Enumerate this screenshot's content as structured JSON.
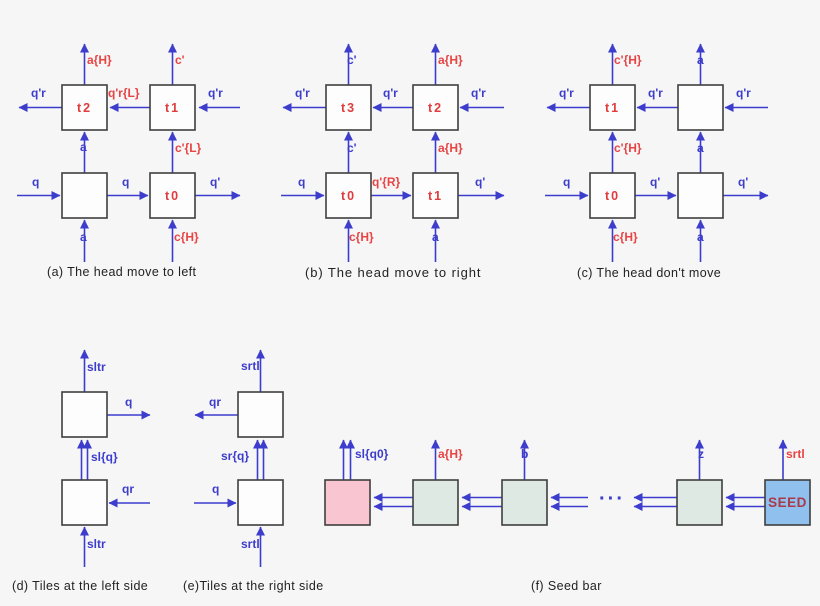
{
  "colors": {
    "arrow_blue": "#3c3ccd",
    "label_red": "#e84444",
    "tile_name_red": "#e03c3c",
    "seed_text_red": "#a83a4a",
    "tile_border": "#3f3f3f",
    "tile_white": "#fdfdfd",
    "tile_pink": "#f8c5d0",
    "tile_green_gray": "#dfe9e4",
    "tile_seed_blue": "#90c0ee",
    "background": "#f6f6f6",
    "caption_black": "#222222"
  },
  "fig_a": {
    "caption": "(a) The head move to left",
    "tiles": {
      "top_left": "t2",
      "top_right": "t1",
      "bottom_right": "t0"
    },
    "labels": {
      "top_left_out": "a{H}",
      "top_right_out": "c'",
      "left_out": "q'r",
      "top_mid": "q'r{L}",
      "right_in": "q'r",
      "mid_left": "a",
      "mid_right": "c'{L}",
      "bottom_left_in": "q",
      "bottom_mid": "q",
      "bottom_right_out": "q'",
      "below_left": "a",
      "below_right": "c{H}"
    }
  },
  "fig_b": {
    "caption": "(b) The head move to right",
    "tiles": {
      "top_left": "t3",
      "top_right": "t2",
      "bottom_left": "t0",
      "bottom_right": "t1"
    },
    "labels": {
      "top_left_out": "c'",
      "top_right_out": "a{H}",
      "left_out": "q'r",
      "top_mid": "q'r",
      "right_in": "q'r",
      "mid_left": "c'",
      "mid_right": "a{H}",
      "bottom_left_in": "q",
      "bottom_mid": "q'{R}",
      "bottom_right_out": "q'",
      "below_left": "c{H}",
      "below_right": "a"
    }
  },
  "fig_c": {
    "caption": "(c) The head don't move",
    "tiles": {
      "top_left": "t1",
      "bottom_left": "t0"
    },
    "labels": {
      "top_left_out": "c'{H}",
      "top_right_out": "a",
      "left_out": "q'r",
      "top_mid": "q'r",
      "right_in": "q'r",
      "mid_left": "c'{H}",
      "mid_right": "a",
      "bottom_left_in": "q",
      "bottom_mid": "q'",
      "bottom_right_out": "q'",
      "below_left": "c{H}",
      "below_right": "a"
    }
  },
  "fig_d": {
    "caption": "(d) Tiles at the left side",
    "labels": {
      "top_out": "sltr",
      "right_out": "q",
      "mid": "sl{q}",
      "right_in": "qr",
      "bottom_in": "sltr"
    }
  },
  "fig_e": {
    "caption": "(e)Tiles at the right side",
    "labels": {
      "top_out": "srtl",
      "left_out": "qr",
      "mid": "sr{q}",
      "left_in": "q",
      "bottom_in": "srtl"
    }
  },
  "fig_f": {
    "caption": "(f) Seed bar",
    "seed_label": "SEED",
    "ellipsis": "···",
    "labels": {
      "tile1_out": "sl{q0}",
      "tile2_out": "a{H}",
      "tile3_out": "b",
      "tile4_out": "z",
      "seed_out": "srtl"
    }
  }
}
